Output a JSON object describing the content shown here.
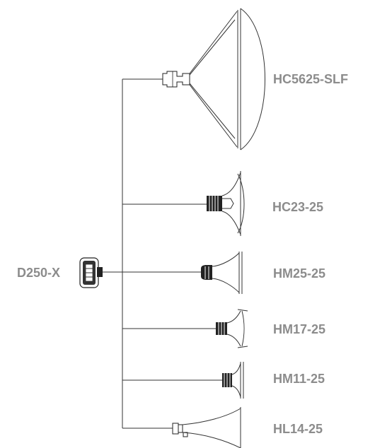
{
  "driver": {
    "label": "D250-X"
  },
  "horns": [
    {
      "label": "HC5625-SLF"
    },
    {
      "label": "HC23-25"
    },
    {
      "label": "HM25-25"
    },
    {
      "label": "HM17-25"
    },
    {
      "label": "HM11-25"
    },
    {
      "label": "HL14-25"
    }
  ],
  "colors": {
    "label": "#8c8c8c",
    "line": "#333333"
  }
}
